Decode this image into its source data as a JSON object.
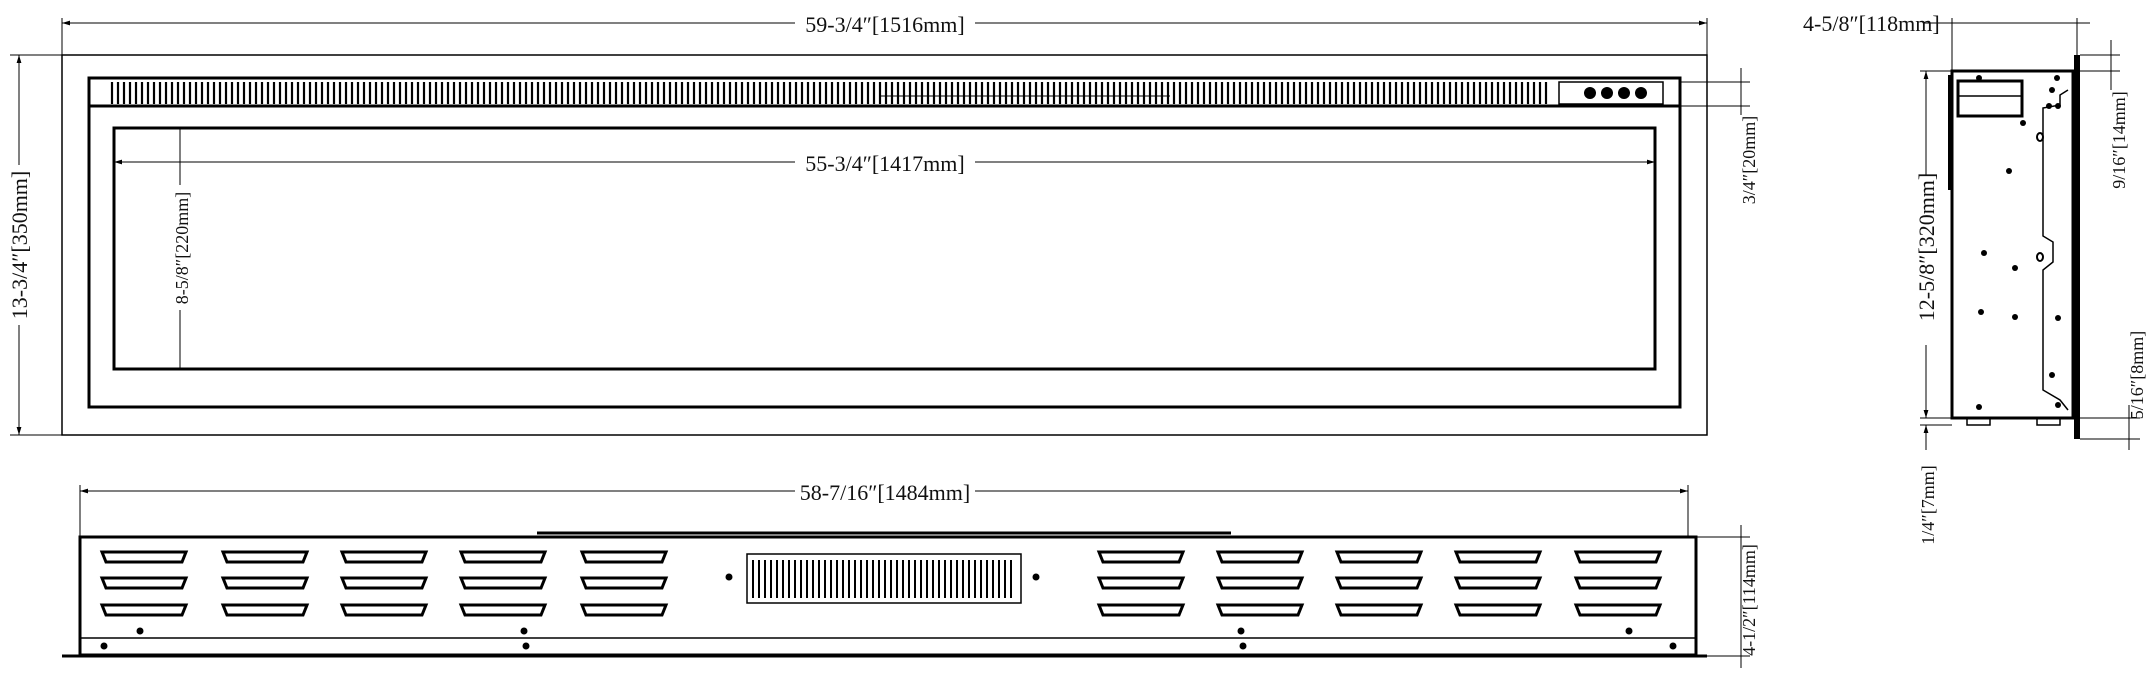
{
  "front_view": {
    "overall_width": "59-3/4″[1516mm]",
    "overall_height": "13-3/4″[350mm]",
    "glass_width": "55-3/4″[1417mm]",
    "glass_height": "8-5/8″[220mm]",
    "vent_height": "3/4″[20mm]"
  },
  "bottom_view": {
    "width": "58-7/16″[1484mm]",
    "depth": "4-1/2″[114mm]"
  },
  "side_view": {
    "depth": "4-5/8″[118mm]",
    "body_height": "12-5/8″[320mm]",
    "foot_height": "1/4″[7mm]",
    "top_offset": "9/16″[14mm]",
    "bottom_offset": "5/16″[8mm]"
  },
  "colors": {
    "line": "#000000",
    "background": "#ffffff"
  }
}
